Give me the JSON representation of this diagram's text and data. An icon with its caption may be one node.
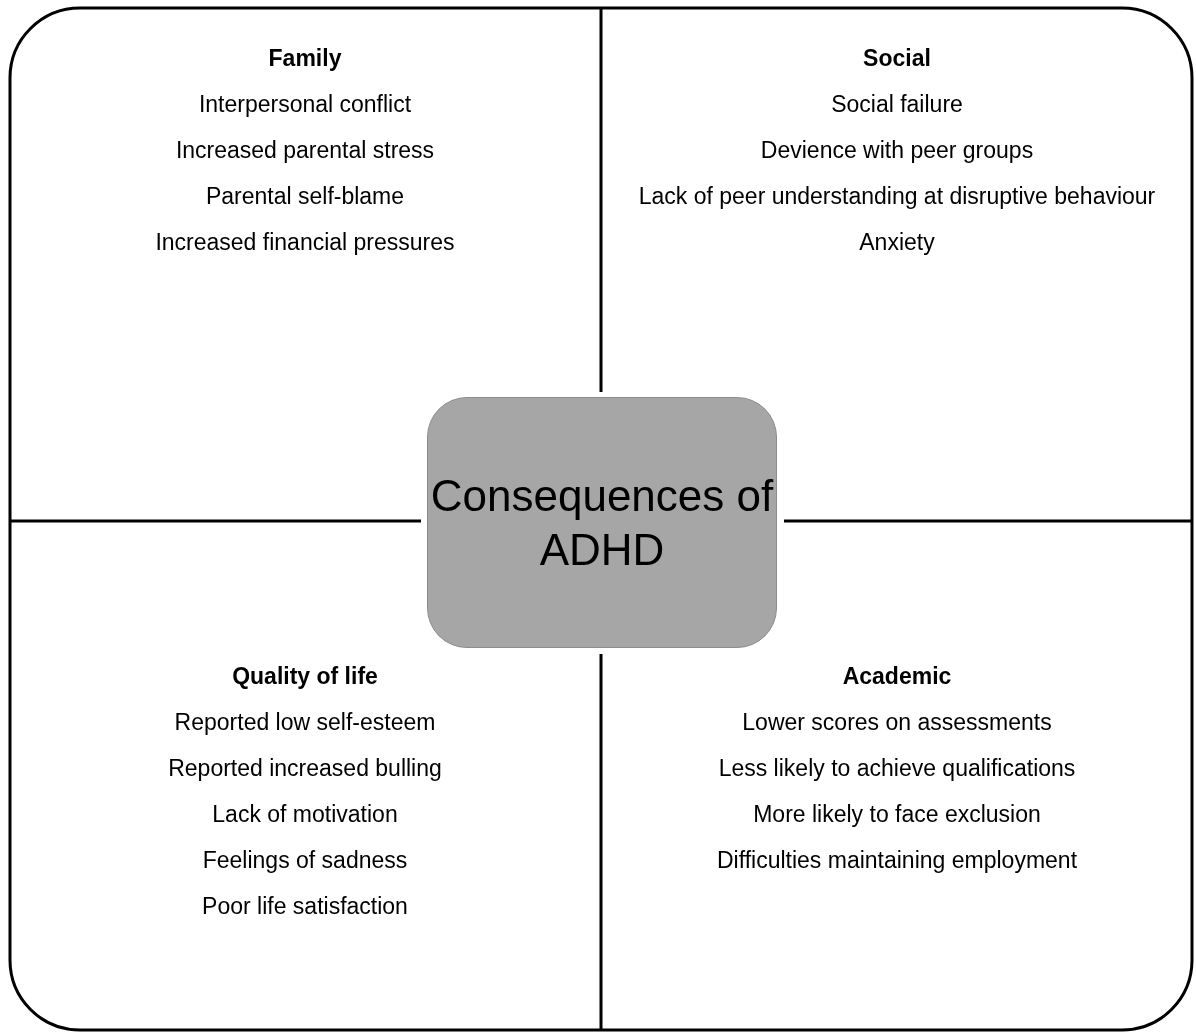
{
  "diagram": {
    "nodes": [
      {
        "text": [
          "Family",
          "Interpersonal conflict",
          "Increased parental stress",
          "Parental self-blame",
          "Increased financial pressures"
        ]
      },
      {
        "text": [
          "Social",
          "Social failure",
          "Devience with peer groups",
          "Lack of peer understanding at disruptive behaviour",
          "Anxiety"
        ]
      },
      {
        "text": [
          "Consequences of ADHD"
        ]
      },
      {
        "text": [
          "Quality of life",
          "Reported low self-esteem",
          "Reported increased bulling",
          "Lack of motivation",
          "Feelings of sadness",
          "Poor life satisfaction"
        ]
      },
      {
        "text": [
          "Academic",
          "Lower scores on assessments",
          "Less likely to achieve qualifications",
          "More likely to face exclusion",
          "Difficulties maintaining employment"
        ]
      }
    ]
  }
}
